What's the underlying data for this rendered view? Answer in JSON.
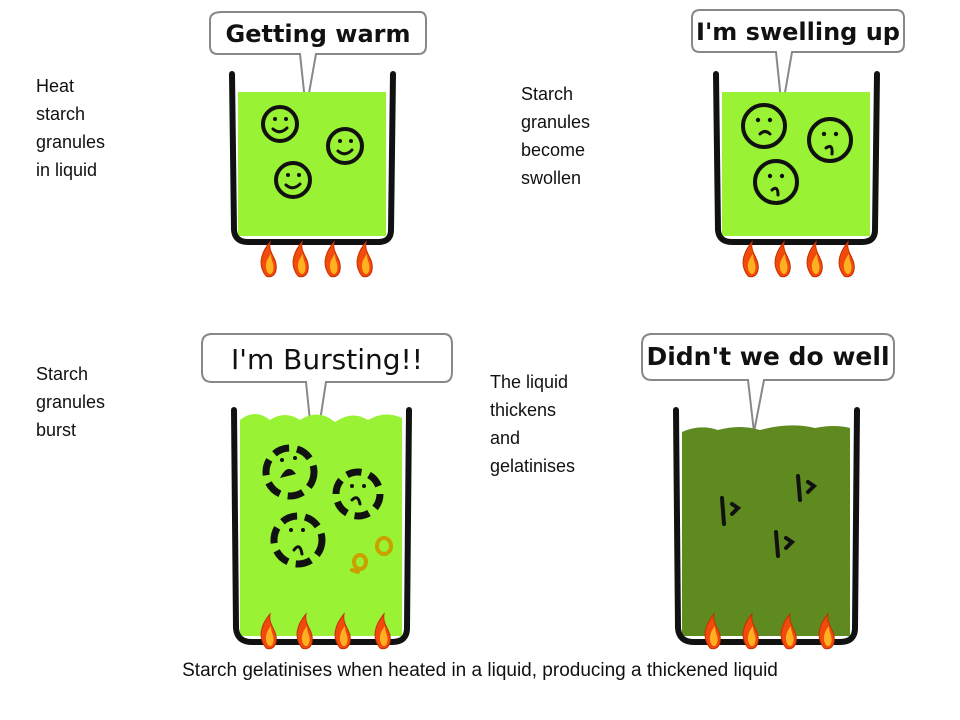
{
  "panels": [
    {
      "id": "warm",
      "speech": "Getting warm",
      "label": "Heat\nstarch\ngranules\nin liquid",
      "liquid_color": "#99f233",
      "state": "happy granules"
    },
    {
      "id": "swell",
      "speech": "I'm swelling up",
      "label": "Starch\ngranules\nbecome\nswollen",
      "liquid_color": "#99f233",
      "state": "worried granules"
    },
    {
      "id": "burst",
      "speech": "I'm Bursting!!",
      "label": "Starch\ngranules\nburst",
      "liquid_color": "#99f233",
      "state": "broken granules"
    },
    {
      "id": "gel",
      "speech": "Didn't we do well",
      "label": "The liquid\nthickens\nand\ngelatinises",
      "liquid_color": "#5e8a1f",
      "state": "thickened liquid"
    }
  ],
  "caption": "Starch gelatinises when heated in a liquid, producing a thickened liquid",
  "colors": {
    "outline": "#111111",
    "bubble_fill": "#ffffff",
    "bubble_stroke": "#888888",
    "flame_outer": "#f24a0c",
    "flame_inner": "#ffb020"
  }
}
